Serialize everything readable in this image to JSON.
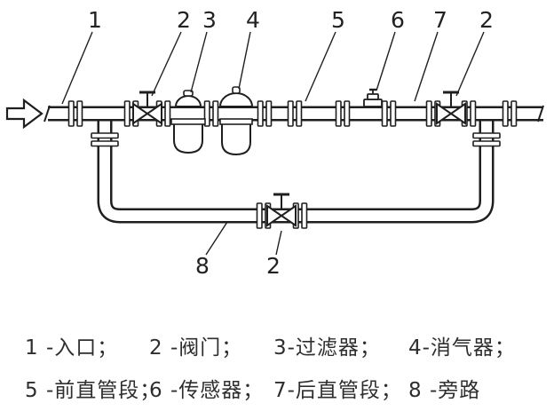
{
  "diagram": {
    "callouts": {
      "inlet": "1",
      "valve_main": "2",
      "filter": "3",
      "air_eliminator": "4",
      "front_straight": "5",
      "sensor": "6",
      "rear_straight": "7",
      "valve_rear": "2",
      "bypass": "8",
      "bypass_valve": "2"
    }
  },
  "legend": {
    "items": [
      "1 -入口；",
      "2 -阀门；",
      "3-过滤器；",
      "4-消气器；",
      "5 -前直管段；",
      "6 -传感器；",
      "7-后直管段；",
      "8 -旁路"
    ]
  },
  "colors": {
    "line": "#1f1f1f",
    "text": "#222222",
    "background": "#ffffff"
  }
}
